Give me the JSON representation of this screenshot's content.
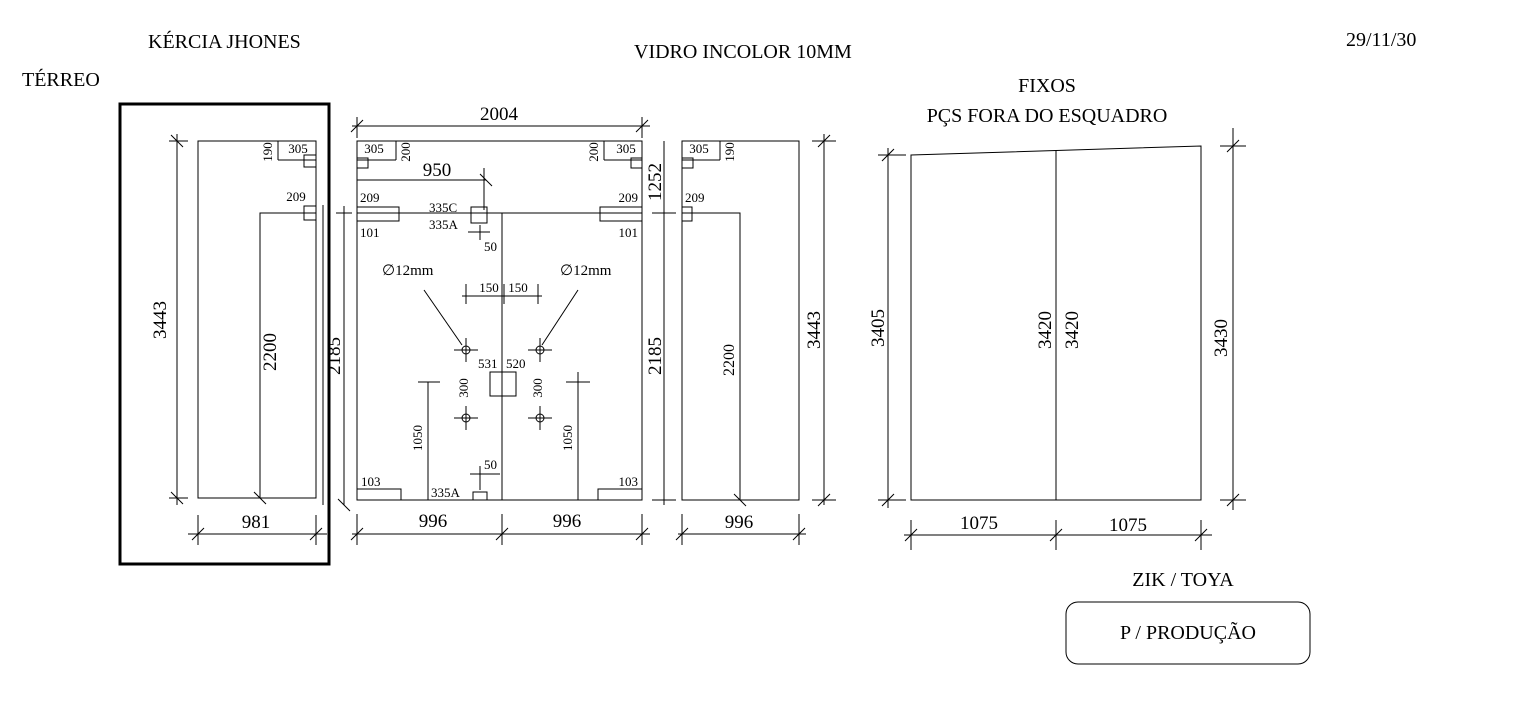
{
  "header": {
    "client": "KÉRCIA JHONES",
    "floor": "TÉRREO",
    "material": "VIDRO INCOLOR 10MM",
    "date": "29/11/30",
    "fixed_title": "FIXOS",
    "fixed_subtitle": "PÇS FORA DO ESQUADRO"
  },
  "panel_a": {
    "height": "3443",
    "inner_height": "2200",
    "width": "981",
    "notch_w": "305",
    "notch_h": "190",
    "hinge": "209"
  },
  "door_panel": {
    "top_width": "2004",
    "left_notch_w": "305",
    "left_notch_h": "200",
    "right_notch_w": "305",
    "right_notch_h": "200",
    "offset_950": "950",
    "left_hinge_top": "209",
    "left_hinge_bottom": "101",
    "right_hinge_top": "209",
    "right_hinge_bottom": "101",
    "handle_c": "335C",
    "handle_a_top": "335A",
    "handle_a_bottom": "335A",
    "gap_50_top": "50",
    "gap_50_bottom": "50",
    "hole_left": "∅12mm",
    "hole_right": "∅12mm",
    "space_150_left": "150",
    "space_150_right": "150",
    "val_531": "531",
    "val_520": "520",
    "v300_left": "300",
    "v300_right": "300",
    "v1050_left": "1050",
    "v1050_right": "1050",
    "v103_left": "103",
    "v103_right": "103",
    "left_height": "2185",
    "right_height": "2185",
    "side_1252": "1252",
    "bottom_left": "996",
    "bottom_right": "996"
  },
  "panel_c": {
    "height": "3443",
    "inner_height": "2200",
    "width": "996",
    "notch_w": "305",
    "notch_h": "190",
    "hinge": "209"
  },
  "fixed_panel": {
    "left_height": "3405",
    "mid_left": "3420",
    "mid_right": "3420",
    "right_height": "3430",
    "bottom_left": "1075",
    "bottom_right": "1075"
  },
  "footer": {
    "project": "ZIK / TOYA",
    "status_button": "P / PRODUÇÃO"
  }
}
